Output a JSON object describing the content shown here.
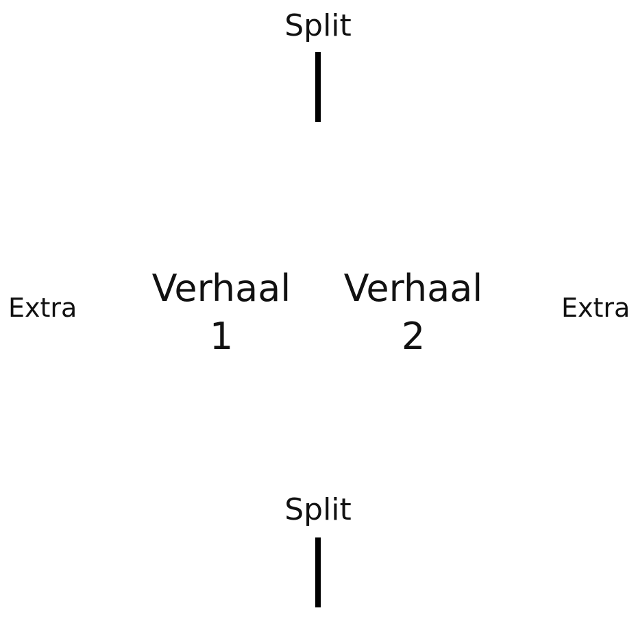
{
  "splits": {
    "top_label": "Split",
    "bottom_label": "Split"
  },
  "stories": {
    "left": {
      "line1": "Verhaal",
      "line2": "1"
    },
    "right": {
      "line1": "Verhaal",
      "line2": "2"
    }
  },
  "extras": {
    "left_label": "Extra",
    "right_label": "Extra"
  }
}
